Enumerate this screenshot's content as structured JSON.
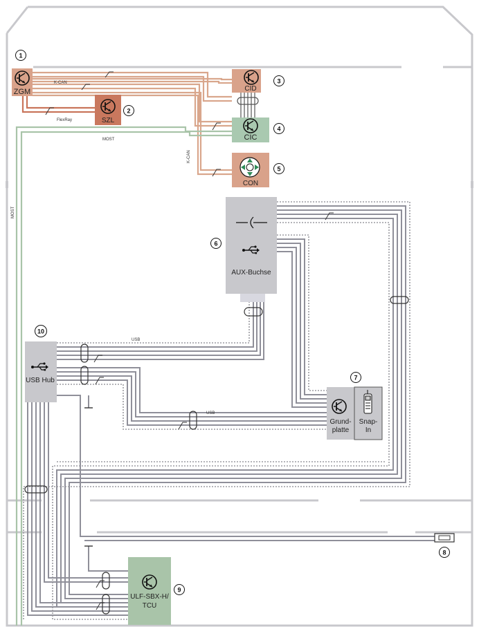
{
  "colors": {
    "can_wire": "#d9a68c",
    "flexray_wire": "#c9745a",
    "most_wire": "#a9c4a9",
    "usb_wire": "#8f8f99",
    "dotted_wire": "#9a9aa0",
    "control_unit_orange": "#d9a28a",
    "szl_fill": "#c9785e",
    "cic_fill": "#a9c9b0",
    "gray_box": "#c8c8cc",
    "tcu_fill": "#a9c4a9",
    "frame": "#c8c8cc"
  },
  "bus_labels": {
    "kcan_top": "K-CAN",
    "flexray": "FlexRay",
    "most_top": "MOST",
    "kcan_vertical": "K-CAN",
    "most_vertical": "MOST",
    "usb_a": "USB",
    "usb_b": "USB"
  },
  "components": {
    "zgm": {
      "label": "ZGM",
      "number": "1",
      "icon": "transistor-icon"
    },
    "szl": {
      "label": "SZL",
      "number": "2",
      "icon": "transistor-icon"
    },
    "cid": {
      "label": "CID",
      "number": "3",
      "icon": "transistor-icon"
    },
    "cic": {
      "label": "CIC",
      "number": "4",
      "icon": "transistor-icon"
    },
    "con": {
      "label": "CON",
      "number": "5",
      "icon": "controller-icon"
    },
    "aux": {
      "label": "AUX-Buchse",
      "number": "6",
      "icons": [
        "audio-jack-icon",
        "usb-icon"
      ]
    },
    "grundplatte": {
      "label_1": "Grund-",
      "label_2": "platte",
      "number": "7",
      "icon": "transistor-icon"
    },
    "snapin": {
      "label_1": "Snap-",
      "label_2": "In",
      "icon": "phone-icon"
    },
    "antenna": {
      "number": "8",
      "icon": "antenna-icon"
    },
    "ulf": {
      "label_1": "ULF-SBX-H/",
      "label_2": "TCU",
      "number": "9",
      "icon": "transistor-icon"
    },
    "usbhub": {
      "label": "USB Hub",
      "number": "10",
      "icon": "usb-icon"
    }
  }
}
